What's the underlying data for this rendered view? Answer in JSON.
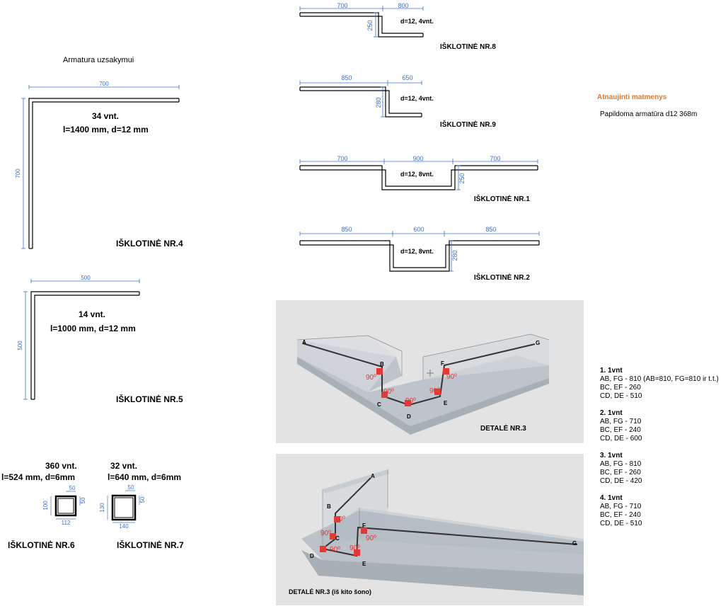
{
  "page": {
    "heading": "Armatura uzsakymui"
  },
  "notes": {
    "title": "Atnaujinti matmenys",
    "text": "Papildoma armatūra d12 368m"
  },
  "pieces": {
    "n4": {
      "count": "34 vnt.",
      "spec": "l=1400 mm, d=12 mm",
      "title": "IŠKLOTINĖ NR.4",
      "dim_h": "700",
      "dim_v": "700"
    },
    "n5": {
      "count": "14 vnt.",
      "spec": "l=1000 mm, d=12 mm",
      "title": "IŠKLOTINĖ NR.5",
      "dim_h": "500",
      "dim_v": "500"
    },
    "n6": {
      "count": "360 vnt.",
      "spec": "l=524 mm, d=6mm",
      "title": "IŠKLOTINĖ NR.6",
      "dim_top": "50",
      "dim_left": "100",
      "dim_right": "50",
      "dim_bottom": "112"
    },
    "n7": {
      "count": "32 vnt.",
      "spec": "l=640 mm, d=6mm",
      "title": "IŠKLOTINĖ NR.7",
      "dim_top": "50",
      "dim_left": "130",
      "dim_right": "50",
      "dim_bottom": "140"
    },
    "n8": {
      "spec": "d=12, 4vnt.",
      "title": "IŠKLOTINĖ NR.8",
      "dim_a": "700",
      "dim_b": "800",
      "dim_v": "250"
    },
    "n9": {
      "spec": "d=12, 4vnt.",
      "title": "IŠKLOTINĖ NR.9",
      "dim_a": "850",
      "dim_b": "650",
      "dim_v": "280"
    },
    "n1": {
      "spec": "d=12, 8vnt.",
      "title": "IŠKLOTINĖ NR.1",
      "dim_a": "700",
      "dim_b": "900",
      "dim_c": "700",
      "dim_v": "250"
    },
    "n2": {
      "spec": "d=12, 8vnt.",
      "title": "IŠKLOTINĖ NR.2",
      "dim_a": "850",
      "dim_b": "600",
      "dim_c": "850",
      "dim_v": "280"
    }
  },
  "detail1": {
    "title": "DETALĖ NR.3",
    "angle": "90º",
    "labels": {
      "a": "A",
      "b": "B",
      "c": "C",
      "d": "D",
      "e": "E",
      "f": "F",
      "g": "G"
    }
  },
  "detail2": {
    "title": "DETALĖ NR.3 (iš kito šono)",
    "angle": "90º",
    "labels": {
      "a": "A",
      "b": "B",
      "c": "C",
      "d": "D",
      "e": "E",
      "f": "F",
      "g": "G"
    }
  },
  "sizes": [
    {
      "head": "1. 1vnt",
      "l1": "AB, FG - 810 (AB=810, FG=810 ir t.t.)",
      "l2": "BC, EF - 260",
      "l3": "CD, DE - 510"
    },
    {
      "head": "2. 1vnt",
      "l1": "AB, FG - 710",
      "l2": "BC, EF - 240",
      "l3": "CD, DE - 600"
    },
    {
      "head": "3. 1vnt",
      "l1": "AB, FG - 810",
      "l2": "BC, EF - 260",
      "l3": "CD, DE - 420"
    },
    {
      "head": "4. 1vnt",
      "l1": "AB, FG - 710",
      "l2": "BC, EF - 240",
      "l3": "CD, DE - 510"
    }
  ],
  "colors": {
    "dim": "#3b6fd6",
    "accent": "#e87722",
    "marker": "#e53935",
    "panel": "#e3e3e3"
  }
}
